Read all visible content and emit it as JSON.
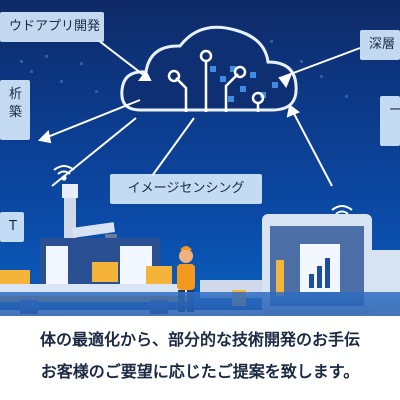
{
  "labels": {
    "cloud_app": "ウドアプリ開発",
    "deep_learning": "深層",
    "analysis_line1": "析",
    "analysis_line2": "築",
    "iot": "T",
    "right_partial": "ー",
    "image_sensing": "イメージセンシング"
  },
  "banner": {
    "line1": "体の最適化から、部分的な技術開発のお手伝",
    "line2": "お客様のご要望に応じたご提案を致します。"
  },
  "colors": {
    "sky": "#0c3a8a",
    "label_bg": "#d2e6fa",
    "accent_orange": "#f39a1e",
    "text": "#1b2a44"
  }
}
